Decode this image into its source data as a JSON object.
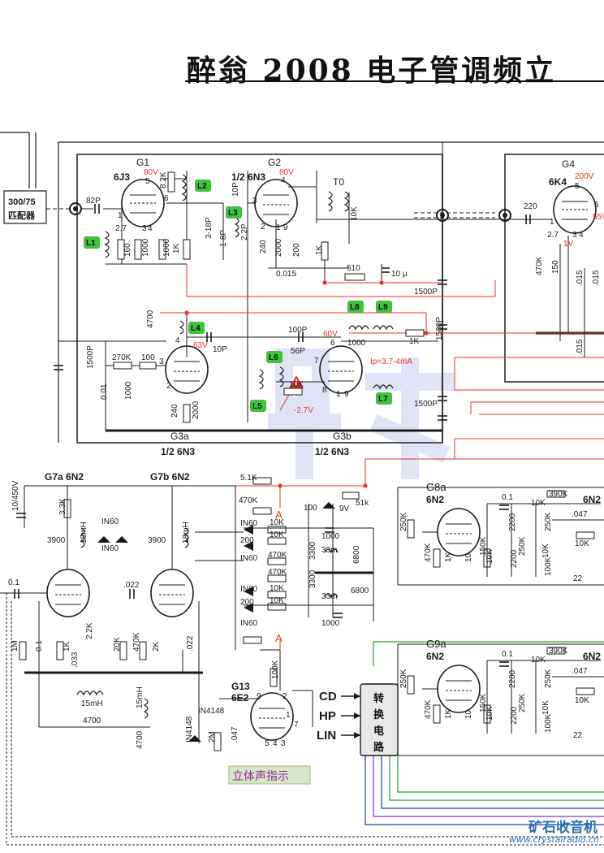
{
  "title": "醉翁 2008 电子管调频立",
  "watermark": {
    "site": "矿石收音机",
    "url": "www.crystalradio.cn"
  },
  "colors": {
    "wire": "#1a1a1a",
    "red": "#e8332a",
    "green_tag": "#3fc33f",
    "box": "#555555",
    "blue": "#1c3fb0",
    "watermark": "#c8cdf0"
  },
  "labels": {
    "match": [
      "300/75",
      "匹配器"
    ],
    "tubes": {
      "g1": "G1",
      "g1_type": "6J3",
      "g2": "G2",
      "g2_type": "1/2 6N3",
      "g4": "G4",
      "g4_type": "6K4",
      "g3a": "G3a",
      "g3a_type": "1/2 6N3",
      "g3b": "G3b",
      "g3b_type": "1/2 6N3",
      "g7a": "G7a 6N2",
      "g7b": "G7b 6N2",
      "g8a": "G8a",
      "g8a_type": "6N2",
      "g9a": "G9a",
      "g9a_type": "6N2",
      "g13": "G13",
      "g13_type": "6E2",
      "g6n2_right1": "6N2",
      "g6n2_right2": "6N2"
    },
    "volts": {
      "g1": "80V",
      "g2": "80V",
      "g4": "200V",
      "g4b": "55V",
      "g4c": "1V",
      "g3a": "63V",
      "g3b": "60V",
      "neg": "-2.7V"
    },
    "coils": [
      "L1",
      "L2",
      "L3",
      "L4",
      "L5",
      "L6",
      "L7",
      "L8",
      "L9"
    ],
    "front": [
      "82P",
      "8.2K",
      "160",
      "1000",
      "1000",
      "1K",
      "3-18P",
      "1-8P",
      "2.2P",
      "10P",
      "240",
      "2000",
      "200",
      "1K",
      "10K",
      "510",
      "0.015",
      "T0",
      "10 μ",
      "1500P",
      "220",
      "470K",
      "150",
      ".015",
      ".015",
      ".015"
    ],
    "osc": [
      "4700",
      "1500P",
      "270K",
      "100",
      "0.01",
      "1000",
      "240",
      "2000",
      "10P",
      "100P",
      "56P",
      "10K",
      "1000",
      "1K",
      "1500P",
      "1500P",
      "Ip=3.7-4mA"
    ],
    "decoder": [
      "5.1K",
      "470K",
      "IN60",
      "IN60",
      "IN60",
      "IN60",
      "IN60",
      "IN60",
      "200",
      "200",
      "10K",
      "10K",
      "10K",
      "10K",
      "470K",
      "470K",
      "3300",
      "3300",
      "33m",
      "33m",
      "1000",
      "1000",
      "6800",
      "6800",
      "100",
      "9V",
      "51k",
      "10/450V",
      "3.3K",
      "3900",
      "3900",
      "18mH",
      "18mH",
      "0.1",
      "0.1",
      "1M",
      ".022",
      ".022",
      "20K",
      "470K",
      "2K",
      "1K",
      "2.2K",
      ".033",
      "15mH",
      "15mH",
      "4700",
      "4700",
      "IN4148",
      "IN4148",
      "2M",
      ".047",
      "100K",
      "A",
      "A"
    ],
    "amp": [
      "250K",
      "470K",
      "1K",
      "10",
      "150K",
      "10K",
      "0.1",
      "10K",
      "390K",
      "2200",
      "250K",
      "10K",
      ".047",
      "2200",
      "250K",
      "10K",
      "100K",
      "22"
    ],
    "io": {
      "cd": "CD",
      "hp": "HP",
      "lin": "LIN",
      "switch": "转换电路",
      "stereo": "立体声指示"
    },
    "pins": {
      "g1": [
        "5",
        "6",
        "1",
        "2.7",
        "3",
        "4"
      ],
      "g2": [
        "4",
        "3",
        "2",
        "1",
        "9"
      ],
      "g3a": [
        "4",
        "3",
        "2"
      ],
      "g3b": [
        "6",
        "7",
        "8",
        "1",
        "9"
      ],
      "g4": [
        "5",
        "6",
        "1",
        "2.7",
        "3",
        "4"
      ],
      "g13": [
        "9",
        "2",
        "1",
        "7",
        "5",
        "4",
        "3"
      ]
    }
  }
}
